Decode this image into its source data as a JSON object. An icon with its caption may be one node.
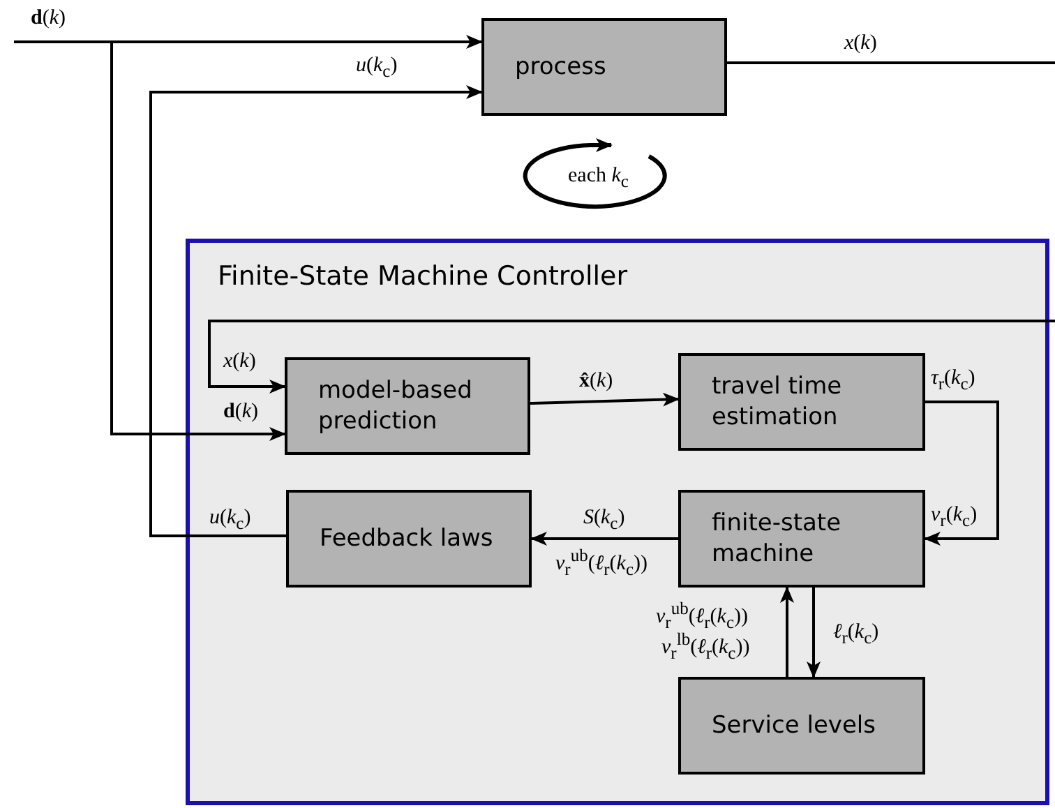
{
  "diagram": {
    "nodes": [
      {
        "text": [
          "process"
        ]
      },
      {
        "text": [
          "Finite-State Machine Controller"
        ]
      },
      {
        "text": [
          "model-based prediction"
        ],
        "in": 1
      },
      {
        "text": [
          "travel time estimation"
        ],
        "in": 1
      },
      {
        "text": [
          "finite-state machine"
        ],
        "in": 1
      },
      {
        "text": [
          "Feedback laws"
        ],
        "in": 1
      },
      {
        "text": [
          "Service levels"
        ],
        "in": 1
      }
    ],
    "edges": [
      {
        "from": null,
        "to": 0,
        "arrow": "to",
        "label": "**d**(*k*)"
      },
      {
        "from": null,
        "to": 2,
        "arrow": "to",
        "label": "**d**(*k*)"
      },
      {
        "from": 5,
        "to": 0,
        "arrow": "to",
        "label": "*u*(*k*$_{c}$)"
      },
      {
        "from": 0,
        "to": null,
        "arrow": "none",
        "label": "*x*(*k*)"
      },
      {
        "from": null,
        "to": 2,
        "arrow": "to",
        "label": "*x*(*k*)"
      },
      {
        "from": 2,
        "to": 3,
        "arrow": "to",
        "label": "**x̂**(*k*)"
      },
      {
        "from": 3,
        "to": 4,
        "arrow": "to",
        "label": "*τ*$_{r}$(*k*$_{c}$)"
      },
      {
        "from": 4,
        "to": 5,
        "arrow": "to",
        "label": "*S*(*k*$_{c}$)"
      },
      {
        "from": 6,
        "to": 4,
        "arrow": "to",
        "label": "*v*$_{r}$$^{ub}$(*ℓ*$_{r}$(*k*$_{c}$))"
      },
      {
        "from": 4,
        "to": 6,
        "arrow": "to",
        "label": "*ℓ*$_{r}$(*k*$_{c}$)"
      }
    ],
    "labels": [
      "each *k*$_{c}$",
      "*u*(*k*$_{c}$)",
      "*v*$_{r}$(*k*$_{c}$)",
      "*v*$_{r}$$^{ub}$(*ℓ*$_{r}$(*k*$_{c}$))",
      "*v*$_{r}$$^{lb}$(*ℓ*$_{r}$(*k*$_{c}$))"
    ]
  }
}
